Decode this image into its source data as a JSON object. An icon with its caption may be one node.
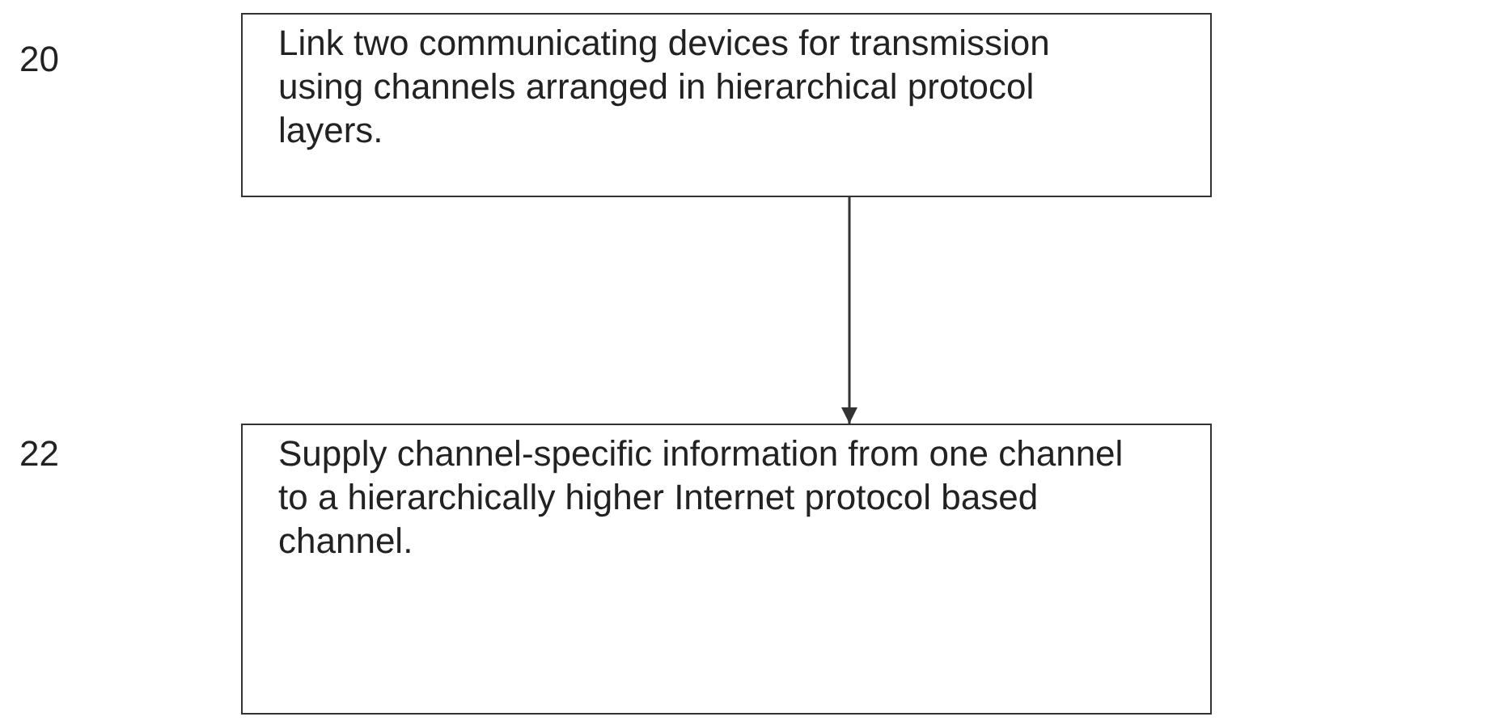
{
  "diagram": {
    "nodes": [
      {
        "text": [
          "Link two communicating devices for transmission using channels arranged in hierarchical protocol layers."
        ]
      },
      {
        "text": [
          "Supply channel-specific information from one channel to a hierarchically higher Internet protocol based channel."
        ]
      }
    ],
    "edges": [
      {
        "from": 0,
        "to": 1,
        "arrow": "to"
      }
    ],
    "labels": [
      "20",
      "22"
    ]
  }
}
